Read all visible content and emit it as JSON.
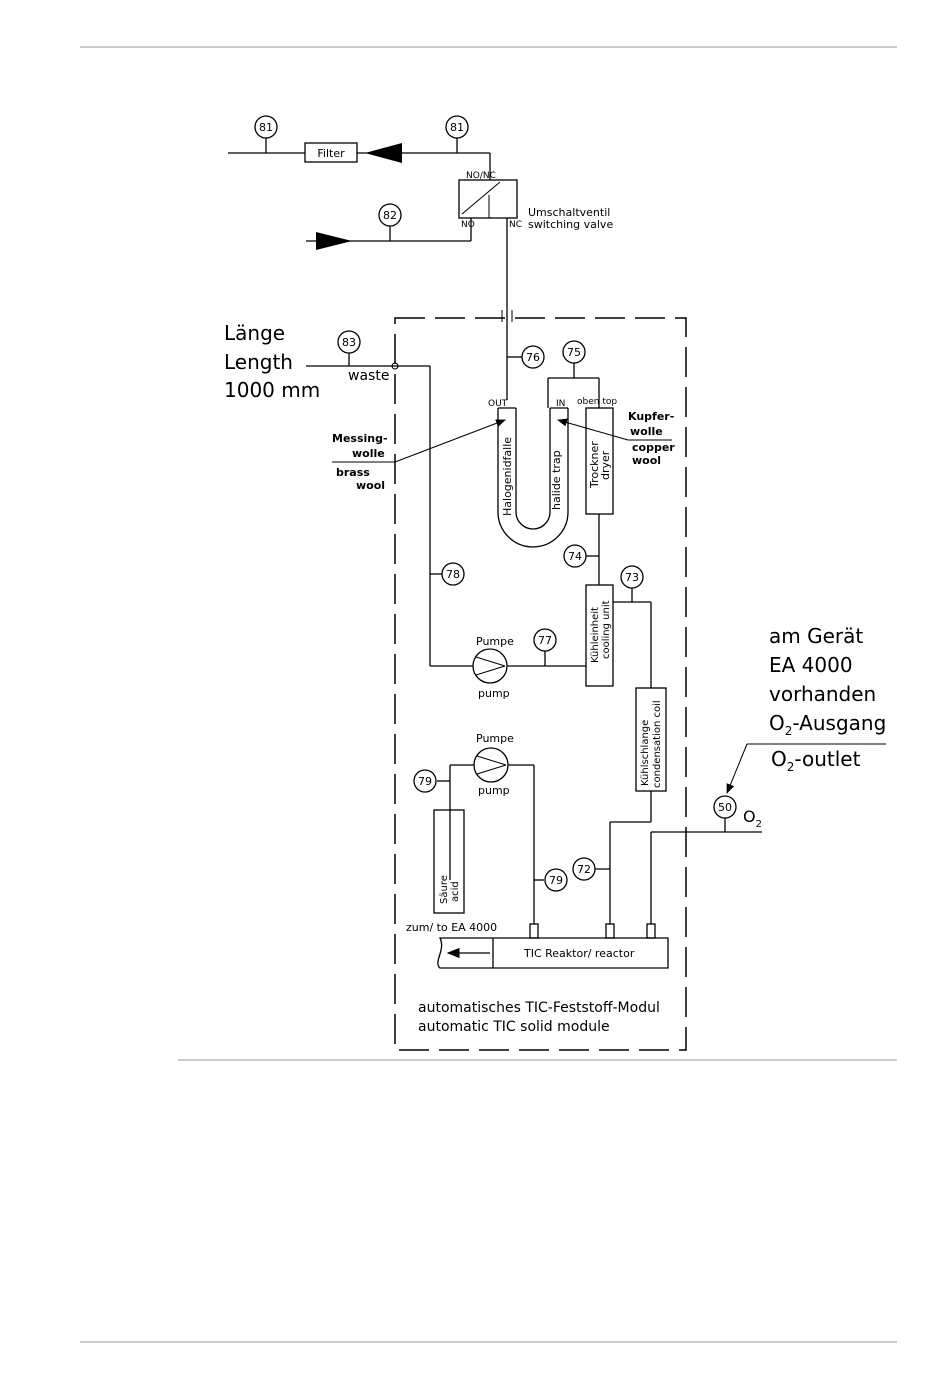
{
  "tags": {
    "t81a": "81",
    "t81b": "81",
    "t82": "82",
    "t83": "83",
    "t76": "76",
    "t75": "75",
    "t78": "78",
    "t74": "74",
    "t73": "73",
    "t77": "77",
    "t79a": "79",
    "t79b": "79",
    "t72": "72",
    "t50": "50"
  },
  "labels": {
    "filter": "Filter",
    "valve_nonc": "NO/NC",
    "valve_no": "NO",
    "valve_nc": "NC",
    "switching_valve_de": "Umschaltventil",
    "switching_valve_en": "switching valve",
    "length_de": "Länge",
    "length_en": "Length",
    "length_value": "1000 mm",
    "waste": "waste",
    "messing_1": "Messing-",
    "messing_2": "wolle",
    "brass_1": "brass",
    "brass_2": "wool",
    "out": "OUT",
    "in": "IN",
    "oben_top": "oben top",
    "kupfer_1": "Kupfer-",
    "kupfer_2": "wolle",
    "copper_1": "copper",
    "copper_2": "wool",
    "halide_de": "Halogenidfalle",
    "halide_en": "halide trap",
    "dryer_de": "Trockner",
    "dryer_en": "dryer",
    "cooling_de": "Kühleinheit",
    "cooling_en": "cooling unit",
    "pump1_de": "Pumpe",
    "pump1_en": "pump",
    "pump2_de": "Pumpe",
    "pump2_en": "pump",
    "coil_de": "Kühlschlange",
    "coil_en": "condensation coil",
    "acid_de": "Säure",
    "acid_en": "acid",
    "to_ea": "zum/ to EA 4000",
    "reactor": "TIC Reaktor/ reactor",
    "module_de": "automatisches TIC-Feststoff-Modul",
    "module_en": "automatic TIC solid module",
    "am_geraet": "am Gerät",
    "ea4000": "EA 4000",
    "vorhanden": "vorhanden",
    "o2_ausgang_a": "O",
    "o2_ausgang_sub": "2",
    "o2_ausgang_b": "-Ausgang",
    "o2_outlet_a": "O",
    "o2_outlet_sub": "2",
    "o2_outlet_b": "-outlet",
    "o2_a": "O",
    "o2_sub": "2"
  }
}
